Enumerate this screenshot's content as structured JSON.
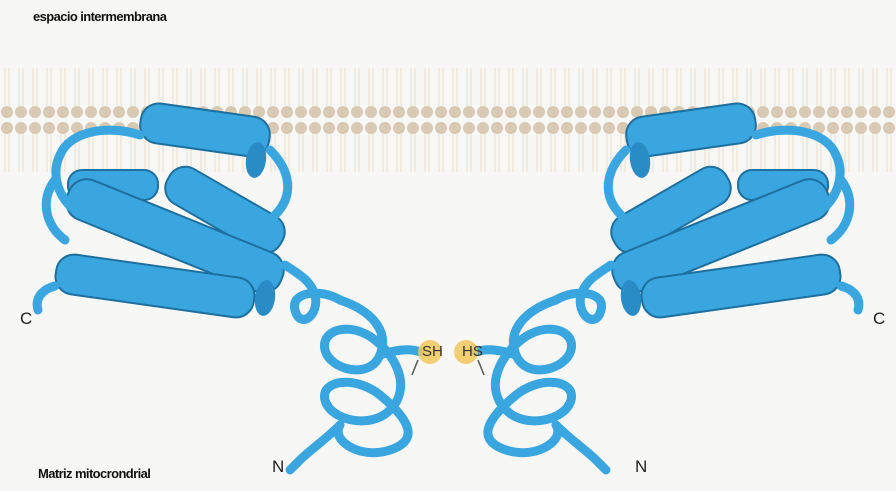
{
  "labels": {
    "top_region": "espacio intermembrana",
    "bottom_region": "Matriz mitocrondrial",
    "c_left": "C",
    "c_right": "C",
    "n_left": "N",
    "n_right": "N",
    "sh_left": "SH",
    "sh_right": "HS"
  },
  "colors": {
    "protein": "#3aa6e0",
    "protein_dark": "#1d6f9e",
    "membrane": "#d9ccb6",
    "disulfide_highlight": "#f1c85a",
    "background": "#f7f7f5"
  }
}
